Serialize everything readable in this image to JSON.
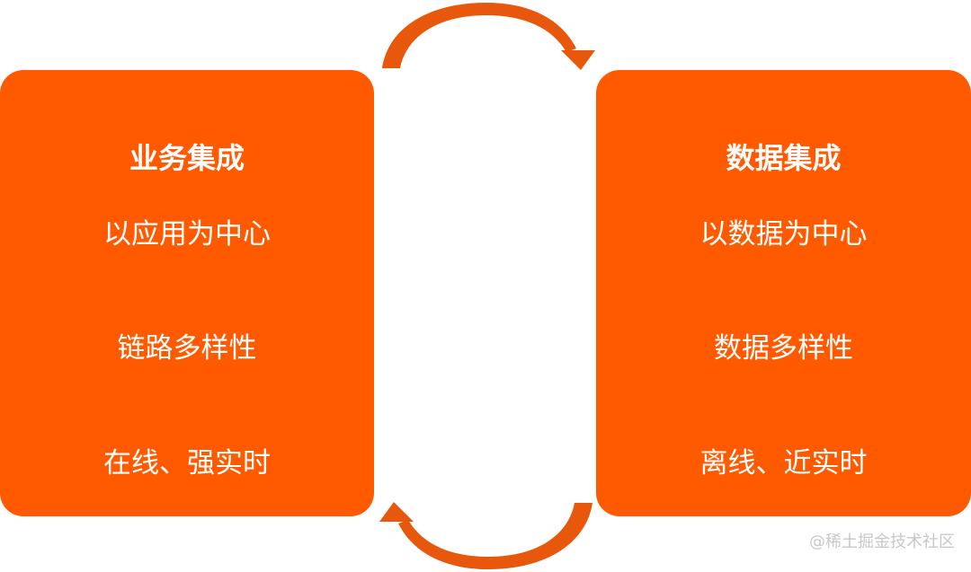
{
  "colors": {
    "card": "#FF5A00",
    "arrow": "#E8580C",
    "watermark": "#C8C8C8"
  },
  "left_card": {
    "title": "业务集成",
    "items": [
      "以应用为中心",
      "链路多样性",
      "在线、强实时"
    ]
  },
  "right_card": {
    "title": "数据集成",
    "items": [
      "以数据为中心",
      "数据多样性",
      "离线、近实时"
    ]
  },
  "arrows": {
    "top_icon": "curved-arrow-right-icon",
    "bottom_icon": "curved-arrow-left-icon"
  },
  "watermark": "@稀土掘金技术社区"
}
